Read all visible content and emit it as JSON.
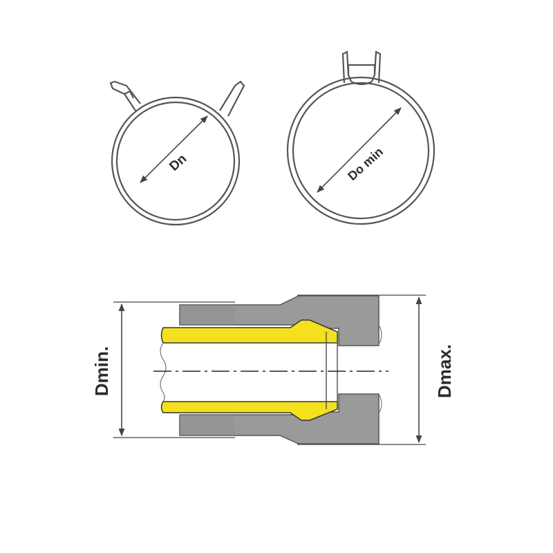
{
  "labels": {
    "clamp_left": "Dn",
    "clamp_right": "Do min",
    "hose_left": "Dmin.",
    "hose_right": "Dmax."
  },
  "colors": {
    "stroke": "#555555",
    "hose_gray": "#9a9a9a",
    "nipple_yellow": "#f5e01e",
    "nipple_outline": "#333333",
    "background": "#ffffff"
  }
}
